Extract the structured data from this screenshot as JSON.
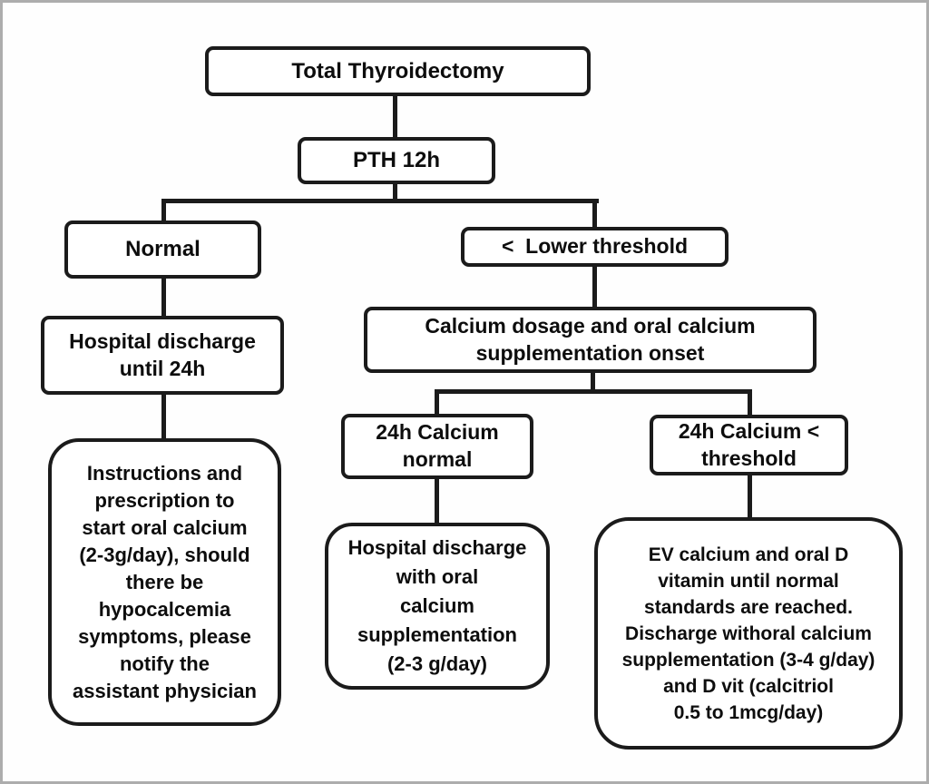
{
  "diagram": {
    "title": "Total Thyroidectomy post-operative calcium management flowchart",
    "type": "flowchart",
    "colors": {
      "node_border": "#1b1b1b",
      "edge_line": "#1b1b1b",
      "text": "#0d0d0d",
      "background": "#ffffff",
      "outer_frame": "#adadad"
    },
    "nodes": {
      "total": {
        "label": "Total Thyroidectomy"
      },
      "pth": {
        "label": "PTH 12h"
      },
      "normal": {
        "label": "Normal"
      },
      "lower_threshold": {
        "label": "<  Lower threshold"
      },
      "hospital_discharge_24h": {
        "label": "Hospital discharge\nuntil 24h"
      },
      "calcium_dosage": {
        "label": "Calcium dosage and oral calcium\nsupplementation onset"
      },
      "calcium_24h_normal": {
        "label": "24h Calcium\nnormal"
      },
      "calcium_24h_below": {
        "label": "24h Calcium <\nthreshold"
      },
      "instructions": {
        "label": "Instructions and\nprescription to\nstart oral calcium\n(2-3g/day), should\nthere be\nhypocalcemia\nsymptoms, please\nnotify the\nassistant physician"
      },
      "discharge_oral": {
        "label": "Hospital discharge\nwith oral\ncalcium\nsupplementation\n(2-3 g/day)"
      },
      "ev_calcium": {
        "label": "EV calcium and oral D\nvitamin until normal\nstandards are reached.\nDischarge withoral calcium\nsupplementation (3-4 g/day)\nand D vit (calcitriol\n0.5 to 1mcg/day)"
      }
    },
    "edges": [
      {
        "from": "total",
        "to": "pth"
      },
      {
        "from": "pth",
        "to": "normal"
      },
      {
        "from": "pth",
        "to": "lower_threshold"
      },
      {
        "from": "normal",
        "to": "hospital_discharge_24h"
      },
      {
        "from": "lower_threshold",
        "to": "calcium_dosage"
      },
      {
        "from": "hospital_discharge_24h",
        "to": "instructions"
      },
      {
        "from": "calcium_dosage",
        "to": "calcium_24h_normal"
      },
      {
        "from": "calcium_dosage",
        "to": "calcium_24h_below"
      },
      {
        "from": "calcium_24h_normal",
        "to": "discharge_oral"
      },
      {
        "from": "calcium_24h_below",
        "to": "ev_calcium"
      }
    ]
  }
}
